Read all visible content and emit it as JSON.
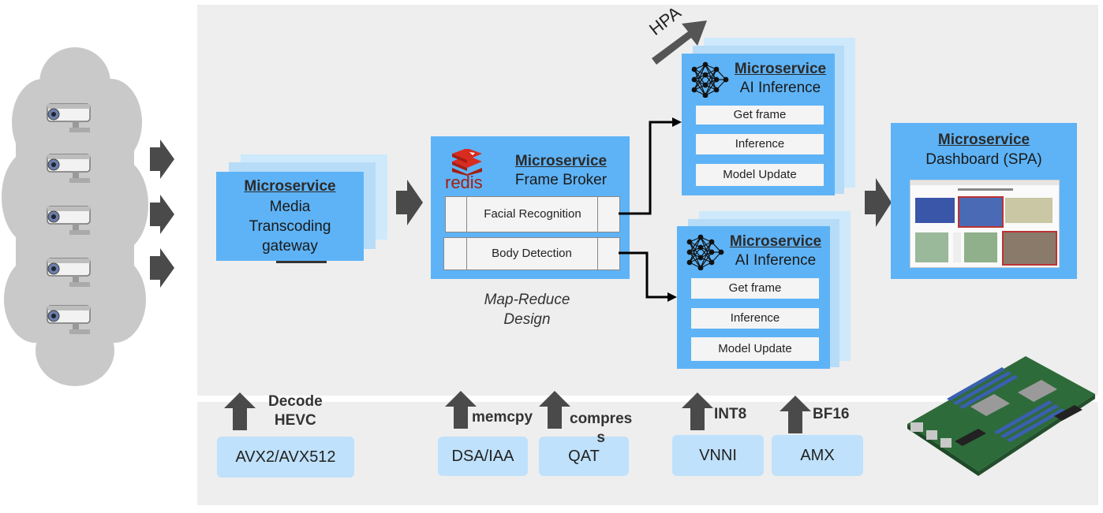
{
  "gateway": {
    "title": "Microservice",
    "lines": [
      "Media",
      "Transcoding",
      "gateway"
    ]
  },
  "broker": {
    "title": "Microservice",
    "subtitle": "Frame Broker",
    "logo_text": "redis",
    "rows": [
      "Facial Recognition",
      "Body Detection"
    ]
  },
  "caption": {
    "line1": "Map-Reduce",
    "line2": "Design"
  },
  "hpa_label": "HPA",
  "inference_top": {
    "title": "Microservice",
    "subtitle": "AI Inference",
    "steps": [
      "Get frame",
      "Inference",
      "Model Update"
    ]
  },
  "inference_bottom": {
    "title": "Microservice",
    "subtitle": "AI Inference",
    "steps": [
      "Get frame",
      "Inference",
      "Model Update"
    ]
  },
  "dashboard": {
    "title": "Microservice",
    "subtitle": "Dashboard (SPA)"
  },
  "hardware": [
    {
      "box": "AVX2/AVX512",
      "label_lines": [
        "Decode",
        "HEVC"
      ]
    },
    {
      "box": "DSA/IAA",
      "label_lines": [
        "memcpy"
      ]
    },
    {
      "box": "QAT",
      "label_lines": [
        "compres",
        "s"
      ]
    },
    {
      "box": "VNNI",
      "label_lines": [
        "INT8"
      ]
    },
    {
      "box": "AMX",
      "label_lines": [
        "BF16"
      ]
    }
  ],
  "colors": {
    "microservice_blue": "#5eb3f6",
    "hardware_blue": "#bfe1fb",
    "arrow_gray": "#4a4a4a",
    "panel_gray": "#eeeeee"
  },
  "icons": [
    "cctv-camera-icon",
    "redis-logo-icon",
    "neural-network-icon",
    "motherboard-image",
    "dashboard-screenshot"
  ]
}
